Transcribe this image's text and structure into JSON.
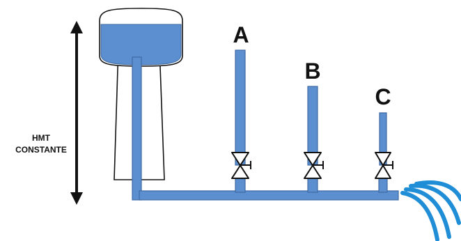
{
  "head_label": {
    "line1": "HMT",
    "line2": "CONSTANTE"
  },
  "pipes": [
    {
      "letter": "A"
    },
    {
      "letter": "B"
    },
    {
      "letter": "C"
    }
  ],
  "colors": {
    "pipe_fill": "#5b8fcf",
    "pipe_stroke": "#3f6aa3",
    "water_jet": "#1f8ed6",
    "tower_outline": "#111111"
  },
  "icons": [
    "double-arrow-icon",
    "valve-icon",
    "water-jet-icon"
  ]
}
